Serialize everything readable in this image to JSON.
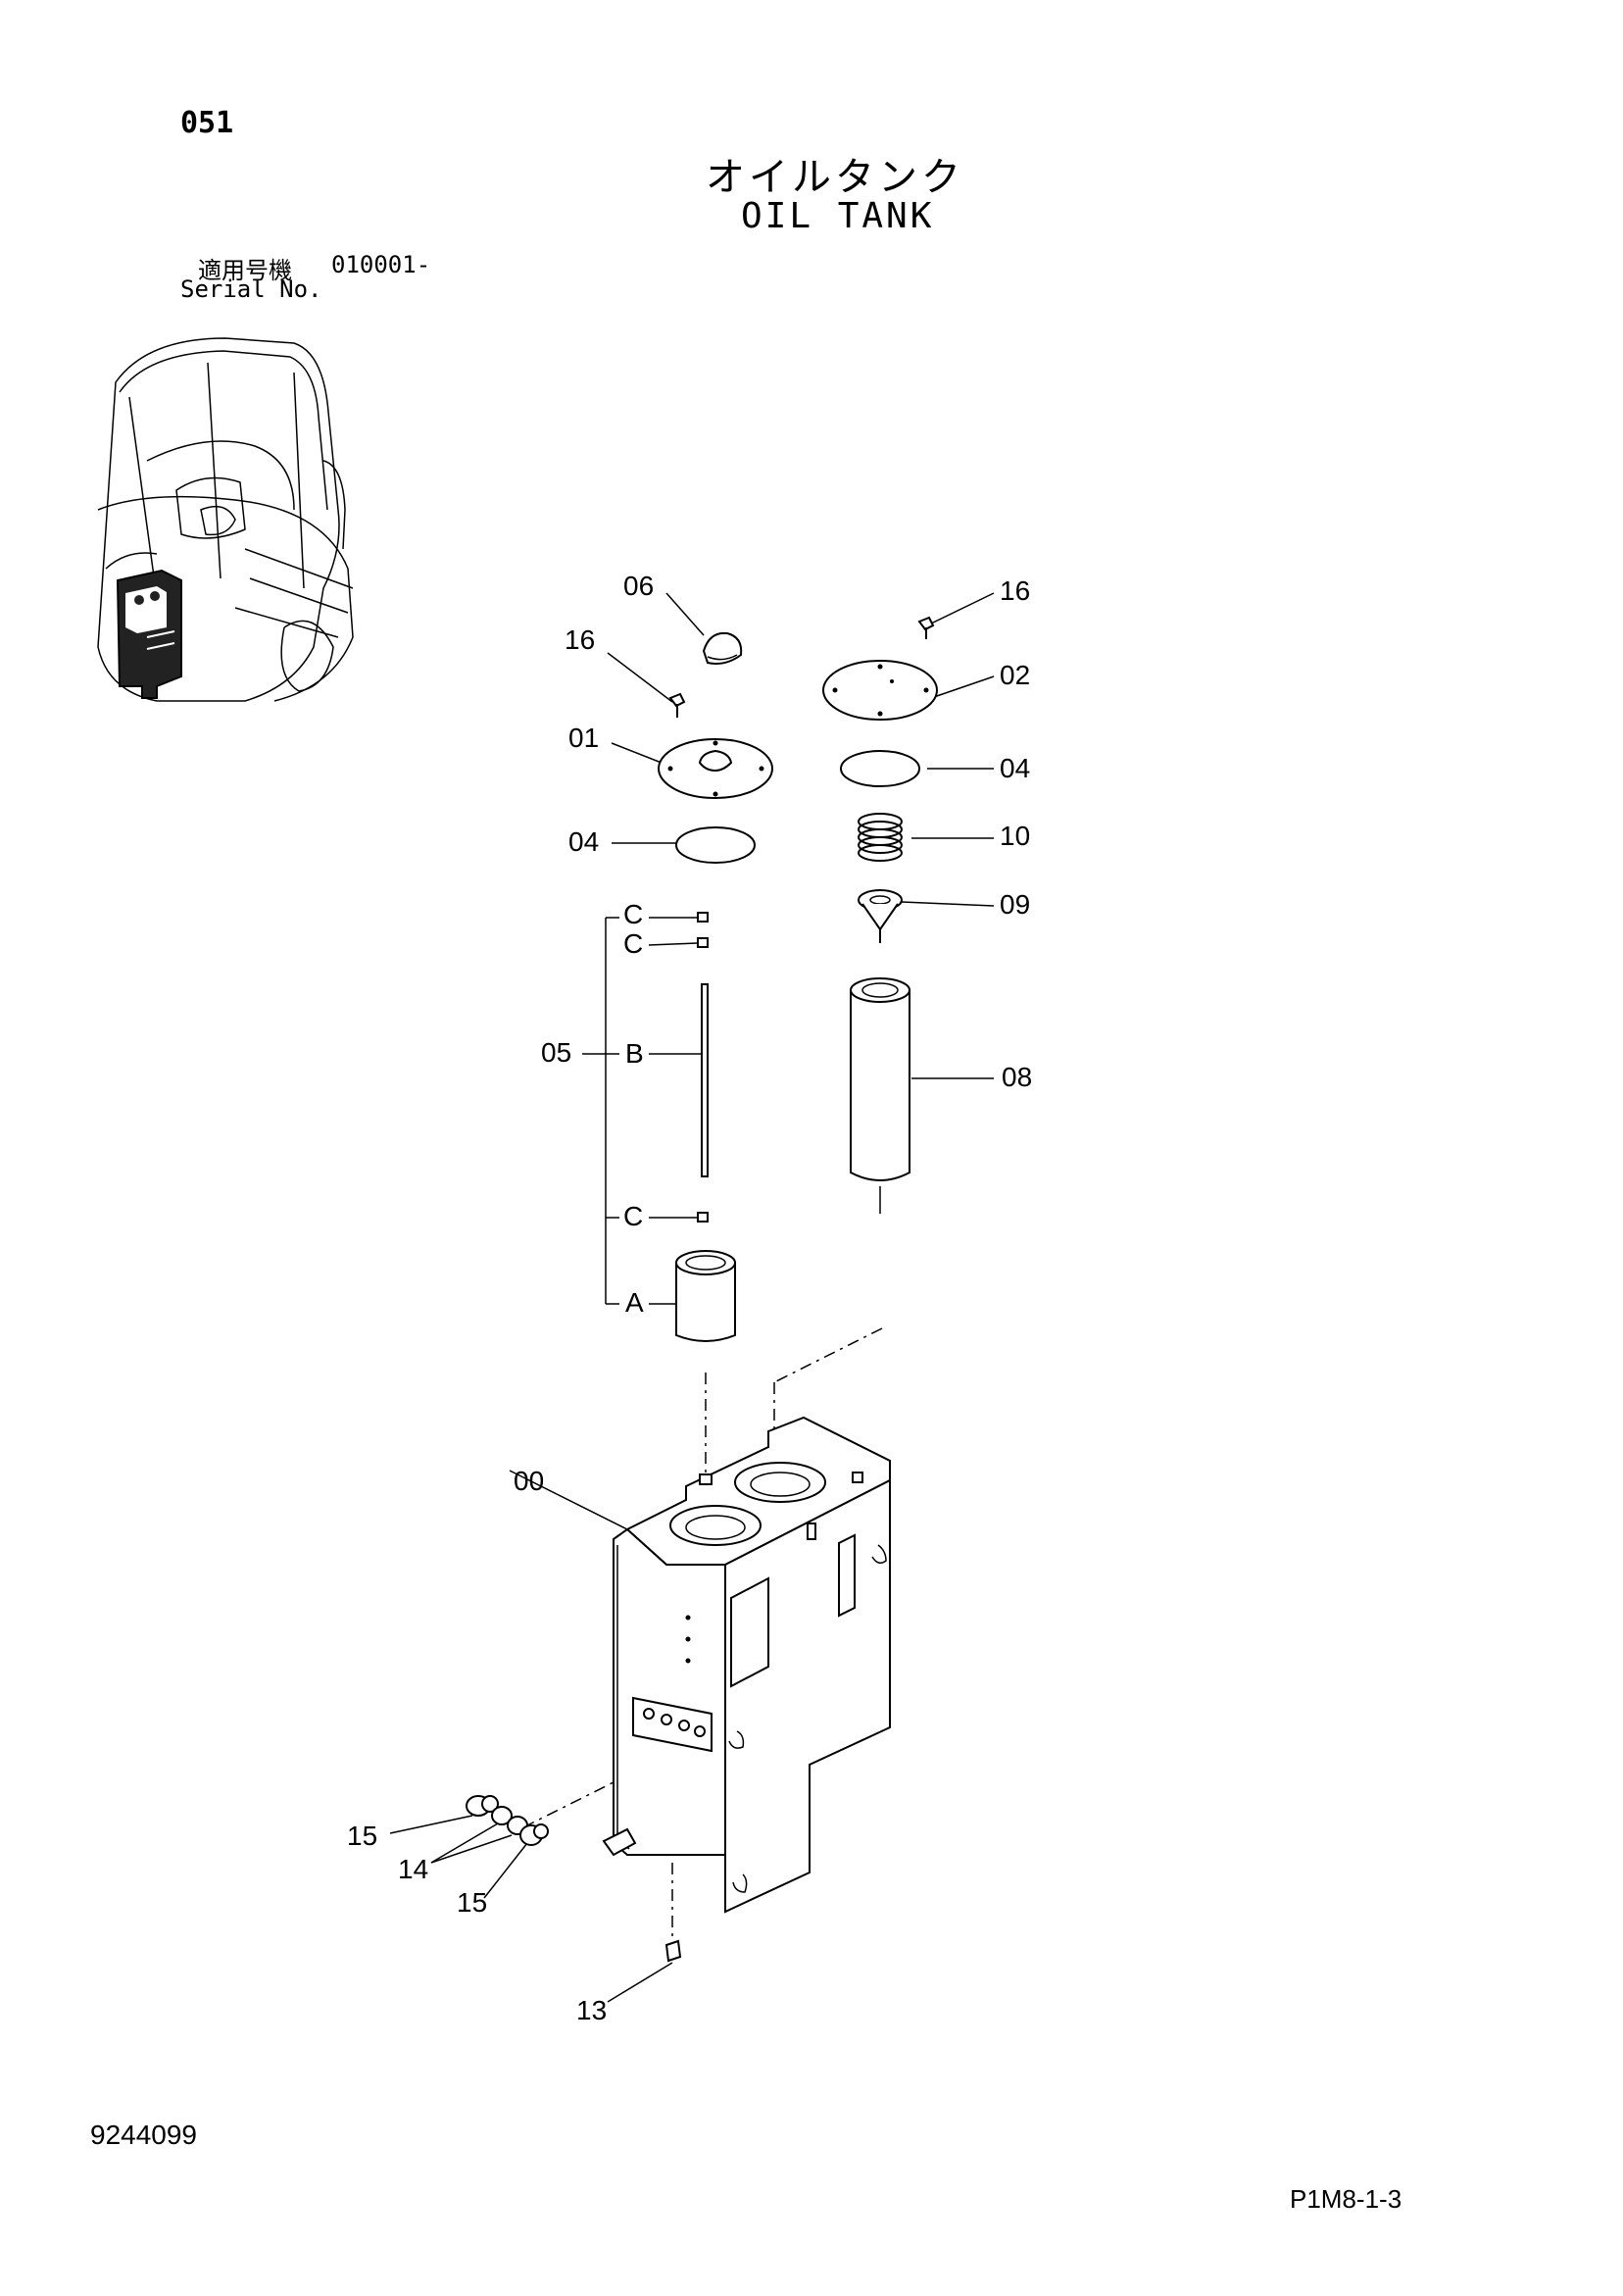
{
  "header": {
    "page_number": "051",
    "title_ja": "オイルタンク",
    "title_en": "OIL TANK",
    "serial_label_ja": "適用号機",
    "serial_value": "010001-",
    "serial_label_en": "Serial No."
  },
  "callouts": {
    "c00": "00",
    "c01": "01",
    "c02": "02",
    "c04a": "04",
    "c04b": "04",
    "c05": "05",
    "c06": "06",
    "c08": "08",
    "c09": "09",
    "c10": "10",
    "c13": "13",
    "c14": "14",
    "c15a": "15",
    "c15b": "15",
    "c16a": "16",
    "c16b": "16",
    "sub_a": "A",
    "sub_b": "B",
    "sub_c1": "C",
    "sub_c2": "C",
    "sub_c3": "C"
  },
  "footer": {
    "document_number": "9244099",
    "page_code": "P1M8-1-3"
  }
}
